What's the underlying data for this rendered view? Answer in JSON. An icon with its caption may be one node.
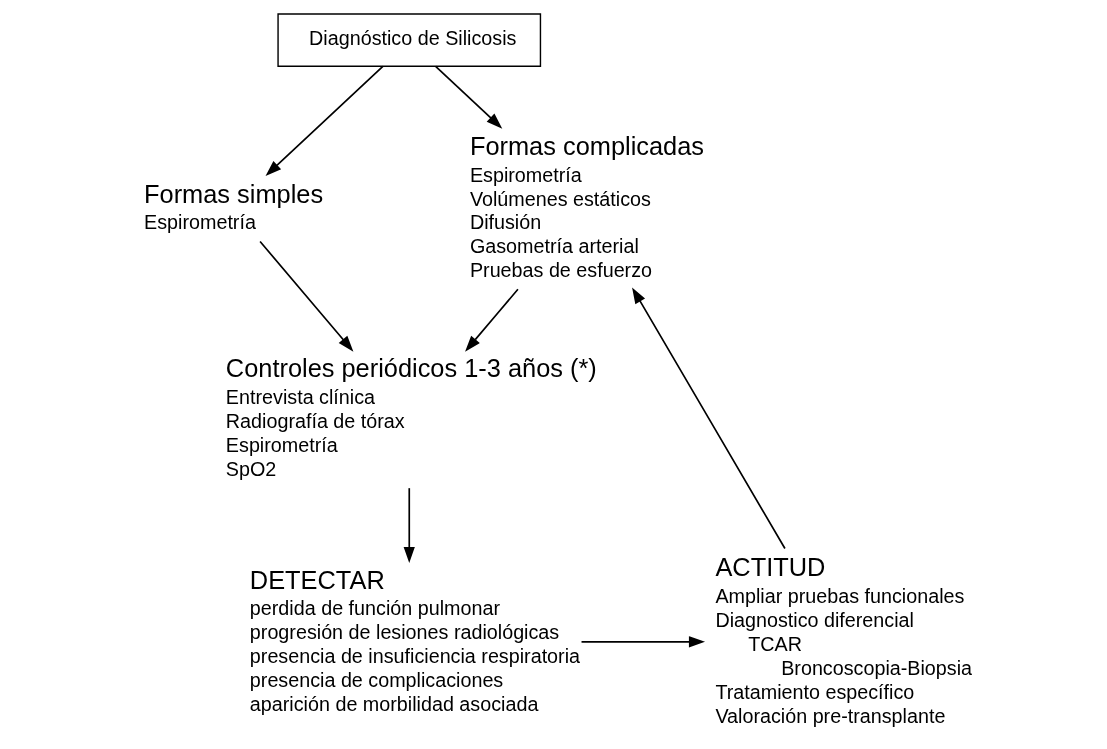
{
  "diagram": {
    "nodes": [
      {
        "text": [
          "Diagnóstico de Silicosis"
        ]
      },
      {
        "text": [
          "Formas simples",
          "Espirometría"
        ]
      },
      {
        "text": [
          "Formas complicadas",
          "Espirometría",
          "Volúmenes estáticos",
          "Difusión",
          "Gasometría arterial",
          "Pruebas de esfuerzo"
        ]
      },
      {
        "text": [
          "Controles periódicos 1-3 años (*)",
          "Entrevista clínica",
          "Radiografía de tórax",
          "Espirometría",
          "SpO2"
        ]
      },
      {
        "text": [
          "DETECTAR",
          "perdida de función pulmonar",
          "progresión de lesiones radiológicas",
          "presencia de insuficiencia respiratoria",
          "presencia de complicaciones",
          "aparición de morbilidad asociada"
        ]
      },
      {
        "text": [
          "ACTITUD",
          "Ampliar pruebas funcionales",
          "Diagnostico diferencial",
          "TCAR",
          "Broncoscopia-Biopsia",
          "Tratamiento específico",
          "Valoración pre-transplante"
        ]
      }
    ],
    "edges": [
      {
        "from": 0,
        "to": 1,
        "arrow": "to"
      },
      {
        "from": 0,
        "to": 2,
        "arrow": "to"
      },
      {
        "from": 1,
        "to": 3,
        "arrow": "to"
      },
      {
        "from": 2,
        "to": 3,
        "arrow": "to"
      },
      {
        "from": 3,
        "to": 4,
        "arrow": "to"
      },
      {
        "from": 4,
        "to": 5,
        "arrow": "to"
      },
      {
        "from": 5,
        "to": 2,
        "arrow": "to"
      }
    ]
  }
}
